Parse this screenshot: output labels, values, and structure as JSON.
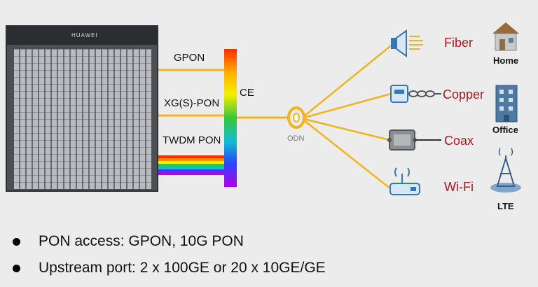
{
  "olt": {
    "brand": "HUAWEI"
  },
  "links": {
    "gpon": "GPON",
    "xgspon": "XG(S)-PON",
    "twdm": "TWDM PON",
    "ce": "CE",
    "odn": "ODN"
  },
  "services": {
    "fiber": "Fiber",
    "copper": "Copper",
    "coax": "Coax",
    "wifi": "Wi-Fi"
  },
  "places": {
    "home": "Home",
    "office": "Office",
    "lte": "LTE"
  },
  "bullets": [
    "PON access: GPON, 10G PON",
    "Upstream port: 2 x 100GE or 20 x 10GE/GE"
  ],
  "colors": {
    "fiber_line": "#f2b41e",
    "service_text": "#b3161c",
    "icon_blue": "#3a78b5"
  }
}
